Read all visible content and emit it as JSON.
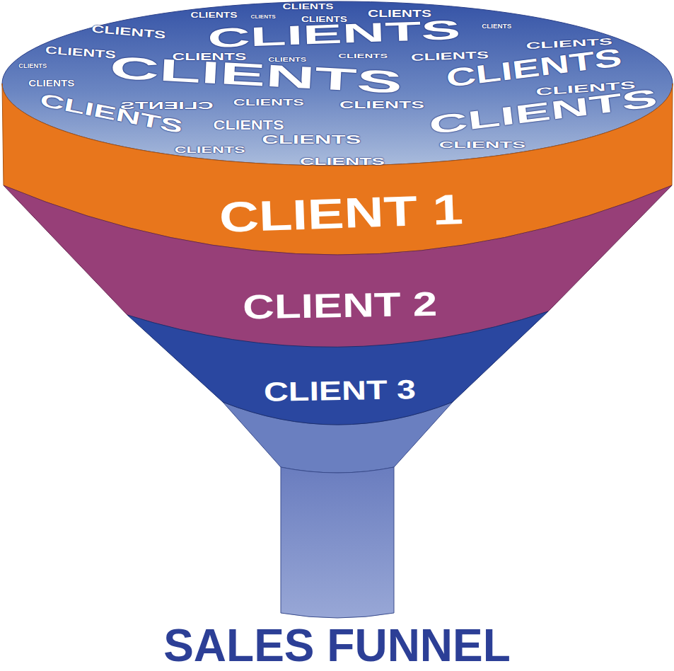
{
  "diagram": {
    "title": "SALES FUNNEL",
    "nodes": [
      {
        "text": [
          "CLIENTS",
          "CLIENTS",
          "CLIENTS",
          "CLIENTS",
          "CLIENTS",
          "CLIENTS",
          "CLIENTS",
          "CLIENTS",
          "CLIENTS",
          "CLIENTS",
          "CLIENTS",
          "CLIENTS",
          "CLIENTS",
          "CLIENTS",
          "CLIENTS",
          "CLIENTS",
          "CLIENTS",
          "CLIENTS",
          "CLIENTS",
          "CLIENTS",
          "CLIENTS",
          "CLIENTS",
          "CLIENTS",
          "CLIENTS",
          "CLIENTS",
          "CLIENTS",
          "CLIENTS",
          "CLIENTS",
          "CLIENTS"
        ]
      },
      {
        "text": [
          "CLIENT 1"
        ]
      },
      {
        "text": [
          "CLIENT 2"
        ]
      },
      {
        "text": [
          "CLIENT 3"
        ]
      }
    ]
  }
}
